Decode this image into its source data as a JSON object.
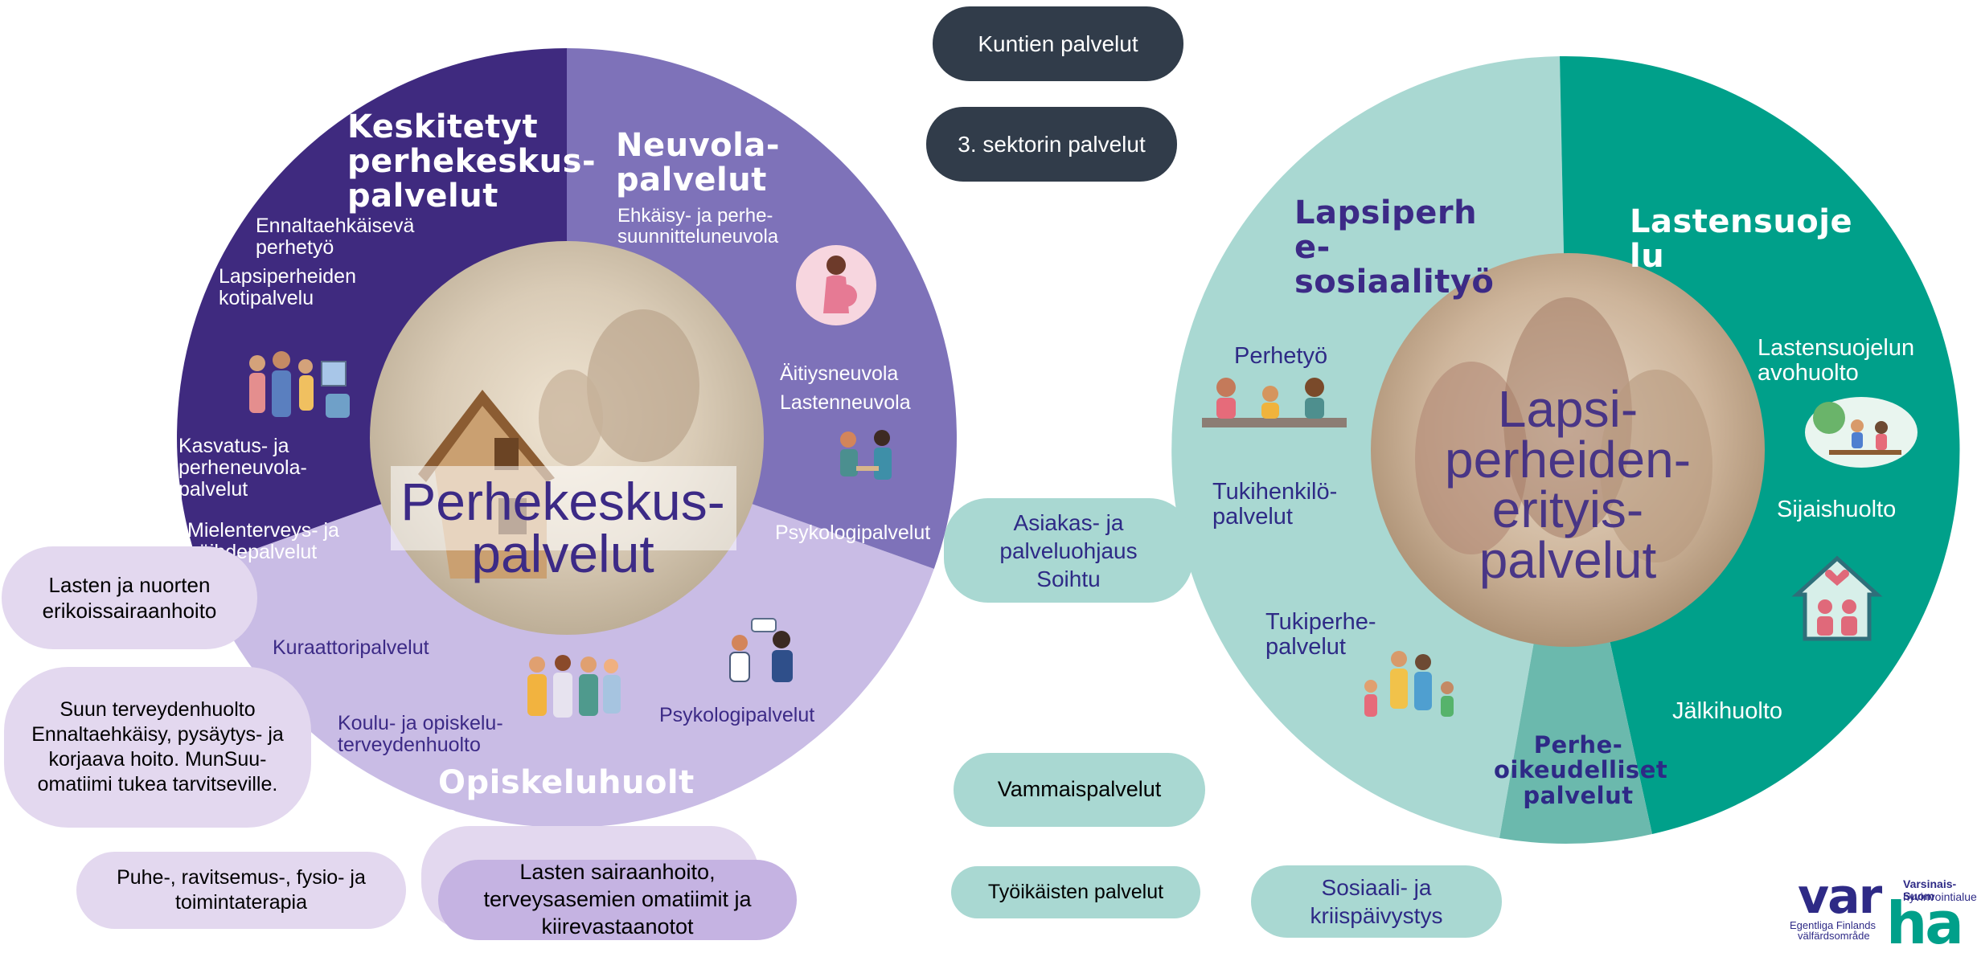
{
  "colors": {
    "dark_purple": "#3f2a7f",
    "mid_purple": "#7e72b9",
    "light_purple": "#c9bce5",
    "teal_light": "#a9d8d2",
    "teal_dark": "#00a08a",
    "teal_mid": "#6bb9ad",
    "pill_dark": "#313c4a"
  },
  "left_wheel": {
    "center_title": "Perhekeskus-\npalvelut",
    "segment_keskitetyt": {
      "title": "Keskitetyt\nperhekeskus-\npalvelut",
      "items": [
        "Ennaltaehkäisevä\nperhetyö",
        "Lapsiperheiden\nkotipalvelu",
        "Kasvatus- ja\nperheneuvola-\npalvelut",
        "Mielenterveys- ja\npäihdepalvelut"
      ]
    },
    "segment_neuvola": {
      "title": "Neuvola-\npalvelut",
      "items": [
        "Ehkäisy- ja perhe-\nsuunnitteluneuvola",
        "Äitiysneuvola",
        "Lastenneuvola",
        "Psykologipalvelut"
      ]
    },
    "segment_opiskeluhuolto": {
      "title": "Opiskeluhuolt\no",
      "items": [
        "Kuraattoripalvelut",
        "Koulu- ja opiskelu-\nterveydenhuolto",
        "Psykologipalvelut"
      ]
    }
  },
  "right_wheel": {
    "center_title": "Lapsi-\nperheiden-\nerityis-\npalvelut",
    "segment_sosiaalityo": {
      "title": "Lapsiperh\ne-\nsosiaalityö",
      "items": [
        "Perhetyö",
        "Tukihenkilö-\npalvelut",
        "Tukiperhe-\npalvelut"
      ]
    },
    "segment_lastensuojelu": {
      "title": "Lastensuoje\nlu",
      "items": [
        "Lastensuojelun\navohuolto",
        "Sijaishuolto",
        "Jälkihuolto"
      ]
    },
    "segment_perheoikeudelliset": {
      "title": "Perhe-\noikeudelliset\npalvelut"
    }
  },
  "pills": {
    "kuntien": "Kuntien palvelut",
    "sektori": "3. sektorin palvelut",
    "asiakas": "Asiakas- ja\npalveluohjaus\nSoihtu",
    "vammais": "Vammaispalvelut",
    "tyoikaisten": "Työikäisten palvelut",
    "sosiaali": "Sosiaali- ja\nkriispäivystys",
    "lasten_nuorten": "Lasten ja nuorten\nerikoissairaanhoito",
    "suun": "Suun terveydenhuolto\nEnnaltaehkäisy, pysäytys- ja\nkorjaava hoito. MunSuu-\nomatiimi tukea tarvitseville.",
    "puhe": "Puhe-, ravitsemus-, fysio- ja\ntoimintaterapia",
    "lasten_sairaan": "Lasten sairaanhoito,\nterveysasemien omatiimit ja\nkiirevastaanotot"
  },
  "logo": {
    "mark_var": "var",
    "mark_ha": "ha",
    "line1": "Varsinais-Suom",
    "line2": "hyvinvointialue",
    "line3": "Egentliga Finlands",
    "line4": "välfärdsområde"
  }
}
